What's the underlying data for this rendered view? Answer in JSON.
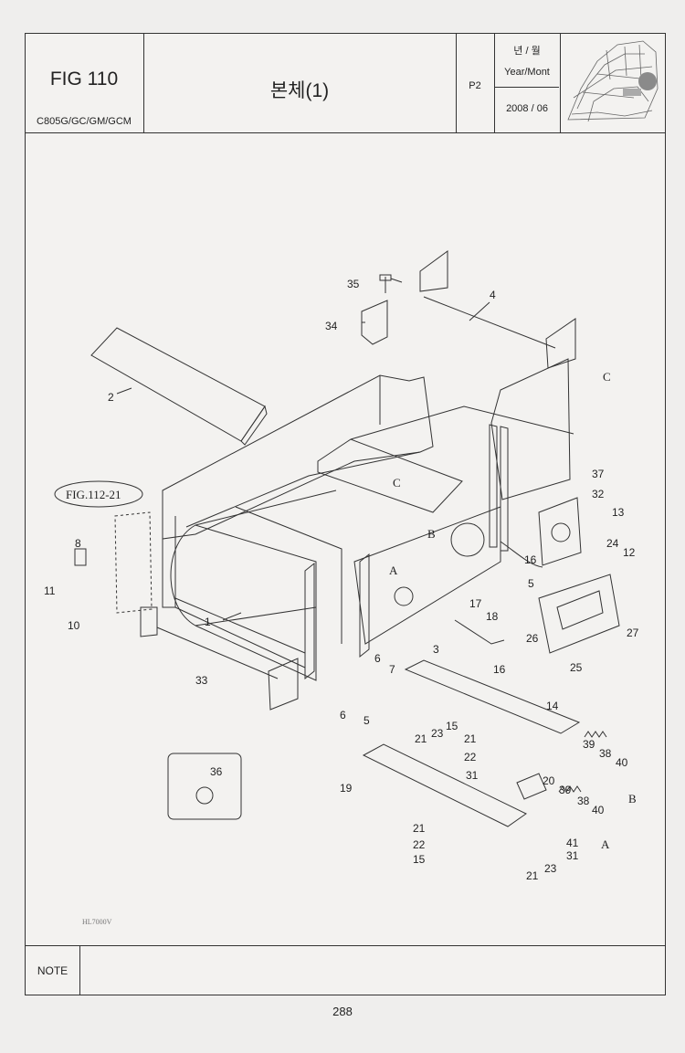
{
  "header": {
    "fig_label": "FIG 110",
    "model": "C805G/GC/GM/GCM",
    "title": "본체(1)",
    "page_code": "P2",
    "year_month_kr": "년 / 월",
    "year_month_en": "Year/Mont",
    "date": "2008 / 06"
  },
  "diagram": {
    "ref_figure": "FIG.112-21",
    "callouts": [
      "1",
      "2",
      "3",
      "4",
      "5",
      "5",
      "6",
      "6",
      "7",
      "8",
      "10",
      "11",
      "12",
      "13",
      "14",
      "15",
      "15",
      "16",
      "16",
      "17",
      "18",
      "19",
      "20",
      "21",
      "21",
      "21",
      "21",
      "22",
      "22",
      "23",
      "23",
      "24",
      "25",
      "26",
      "27",
      "31",
      "31",
      "32",
      "33",
      "34",
      "35",
      "36",
      "37",
      "38",
      "38",
      "39",
      "39",
      "40",
      "40",
      "41"
    ],
    "direction_markers": [
      "A",
      "A",
      "B",
      "B",
      "C",
      "C"
    ],
    "draft_code": "HL7000V"
  },
  "note": {
    "label": "NOTE"
  },
  "page_number": "288"
}
